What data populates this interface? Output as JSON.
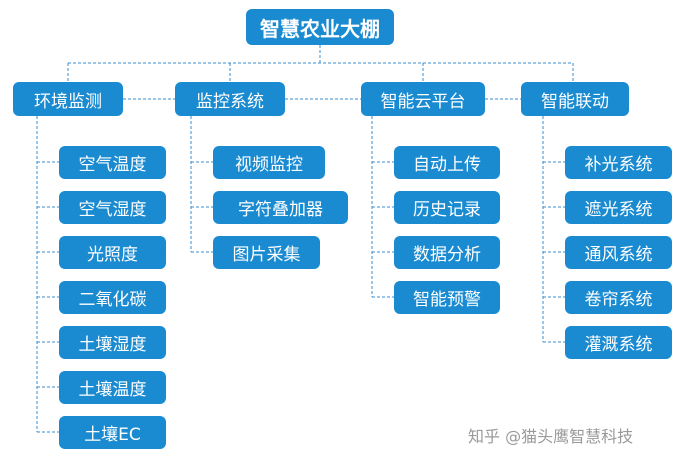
{
  "root": {
    "label": "智慧农业大棚"
  },
  "categories": [
    {
      "label": "环境监测",
      "items": [
        "空气温度",
        "空气湿度",
        "光照度",
        "二氧化碳",
        "土壤湿度",
        "土壤温度",
        "土壤EC"
      ]
    },
    {
      "label": "监控系统",
      "items": [
        "视频监控",
        "字符叠加器",
        "图片采集"
      ]
    },
    {
      "label": "智能云平台",
      "items": [
        "自动上传",
        "历史记录",
        "数据分析",
        "智能预警"
      ]
    },
    {
      "label": "智能联动",
      "items": [
        "补光系统",
        "遮光系统",
        "通风系统",
        "卷帘系统",
        "灌溉系统"
      ]
    }
  ],
  "watermark": "知乎 @猫头鹰智慧科技",
  "colors": {
    "node": "#1a8bd0",
    "connector": "#3a8fd1"
  }
}
